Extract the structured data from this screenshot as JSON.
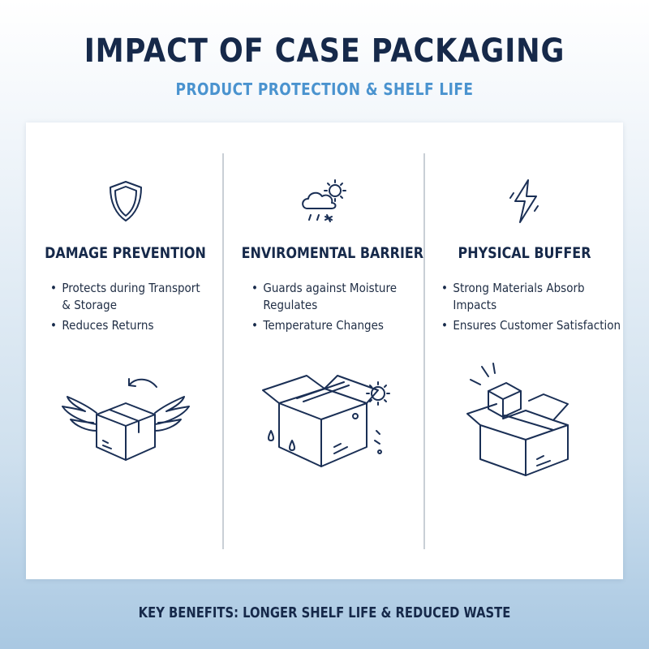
{
  "header": {
    "title": "IMPACT OF CASE PACKAGING",
    "subtitle": "PRODUCT PROTECTION & SHELF LIFE"
  },
  "columns": [
    {
      "heading": "DAMAGE PREVENTION",
      "icon": "shield-icon",
      "illustration": "winged-box-icon",
      "bullets": [
        "Protects during Transport",
        "& Storage",
        "Reduces Returns"
      ]
    },
    {
      "heading": "ENVIROMENTAL BARRIER",
      "icon": "weather-icon",
      "illustration": "weather-box-icon",
      "bullets": [
        "Guards against Moisture",
        "Regulates",
        "Temperature Changes"
      ]
    },
    {
      "heading": "PHYSICAL BUFFER",
      "icon": "lightning-icon",
      "illustration": "impact-box-icon",
      "bullets": [
        "Strong Materials Absorb",
        "Impacts",
        "Ensures Customer Satisfaction"
      ]
    }
  ],
  "footer": {
    "text": "KEY BENEFITS: LONGER SHELF LIFE & REDUCED WASTE"
  },
  "colors": {
    "navy": "#16294a",
    "accent_blue": "#4a93cf",
    "divider": "#c9cfd6"
  }
}
